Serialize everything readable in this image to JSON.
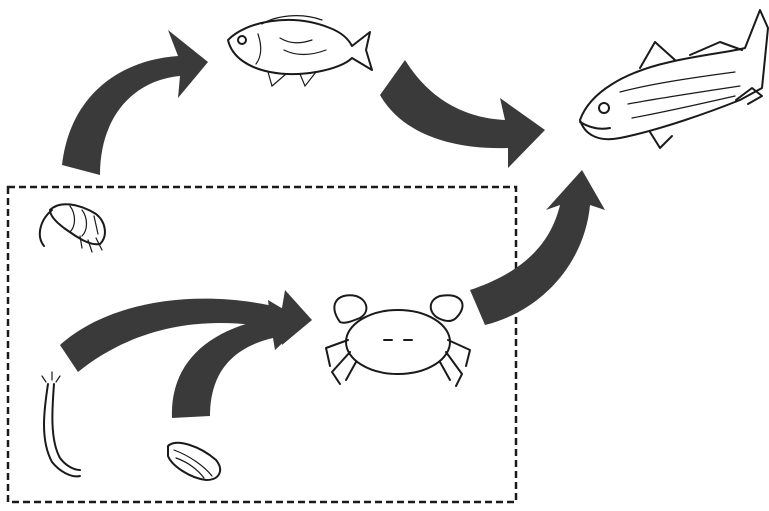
{
  "diagram": {
    "type": "food-web",
    "organisms": [
      {
        "id": "small-fish",
        "icon": "small-fish-icon"
      },
      {
        "id": "large-fish",
        "icon": "large-fish-icon"
      },
      {
        "id": "shrimp",
        "icon": "shrimp-icon"
      },
      {
        "id": "crab",
        "icon": "crab-icon"
      },
      {
        "id": "worm",
        "icon": "worm-icon"
      },
      {
        "id": "mussel",
        "icon": "mussel-icon"
      }
    ],
    "links": [
      {
        "from": "shrimp",
        "to": "small-fish"
      },
      {
        "from": "small-fish",
        "to": "large-fish"
      },
      {
        "from": "crab",
        "to": "large-fish"
      },
      {
        "from": "worm",
        "to": "crab"
      },
      {
        "from": "mussel",
        "to": "crab"
      }
    ],
    "boxed_group": [
      "shrimp",
      "crab",
      "worm",
      "mussel"
    ],
    "colors": {
      "arrow": "#3a3a3a",
      "ink": "#1a1a1a",
      "background": "#ffffff"
    }
  }
}
